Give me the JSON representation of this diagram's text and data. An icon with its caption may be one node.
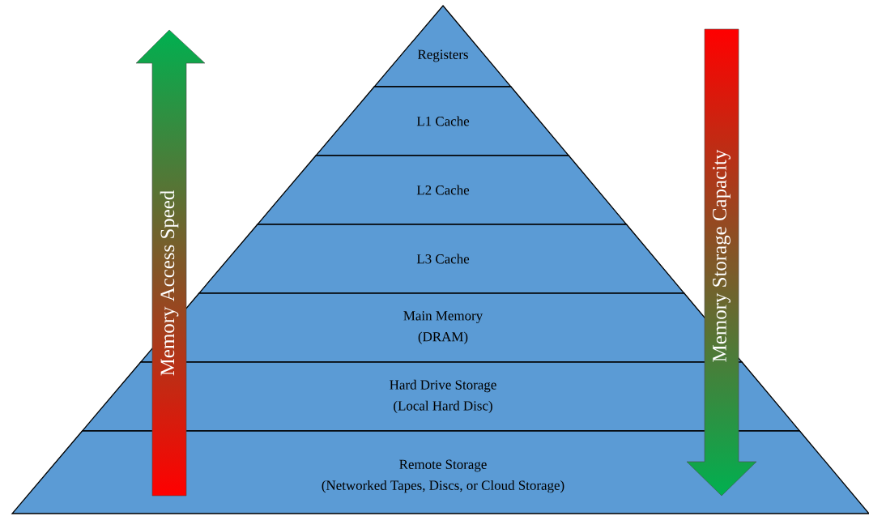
{
  "diagram": {
    "nodes": [
      {
        "text": [
          "Registers"
        ]
      },
      {
        "text": [
          "L1 Cache"
        ]
      },
      {
        "text": [
          "L2 Cache"
        ]
      },
      {
        "text": [
          "L3 Cache"
        ]
      },
      {
        "text": [
          "Main Memory",
          "(DRAM)"
        ]
      },
      {
        "text": [
          "Hard Drive Storage",
          "(Local Hard Disc)"
        ]
      },
      {
        "text": [
          "Remote Storage",
          "(Networked Tapes, Discs, or Cloud Storage)"
        ]
      }
    ],
    "labels": [
      "Memory Access Speed",
      "Memory Storage Capacity"
    ]
  }
}
